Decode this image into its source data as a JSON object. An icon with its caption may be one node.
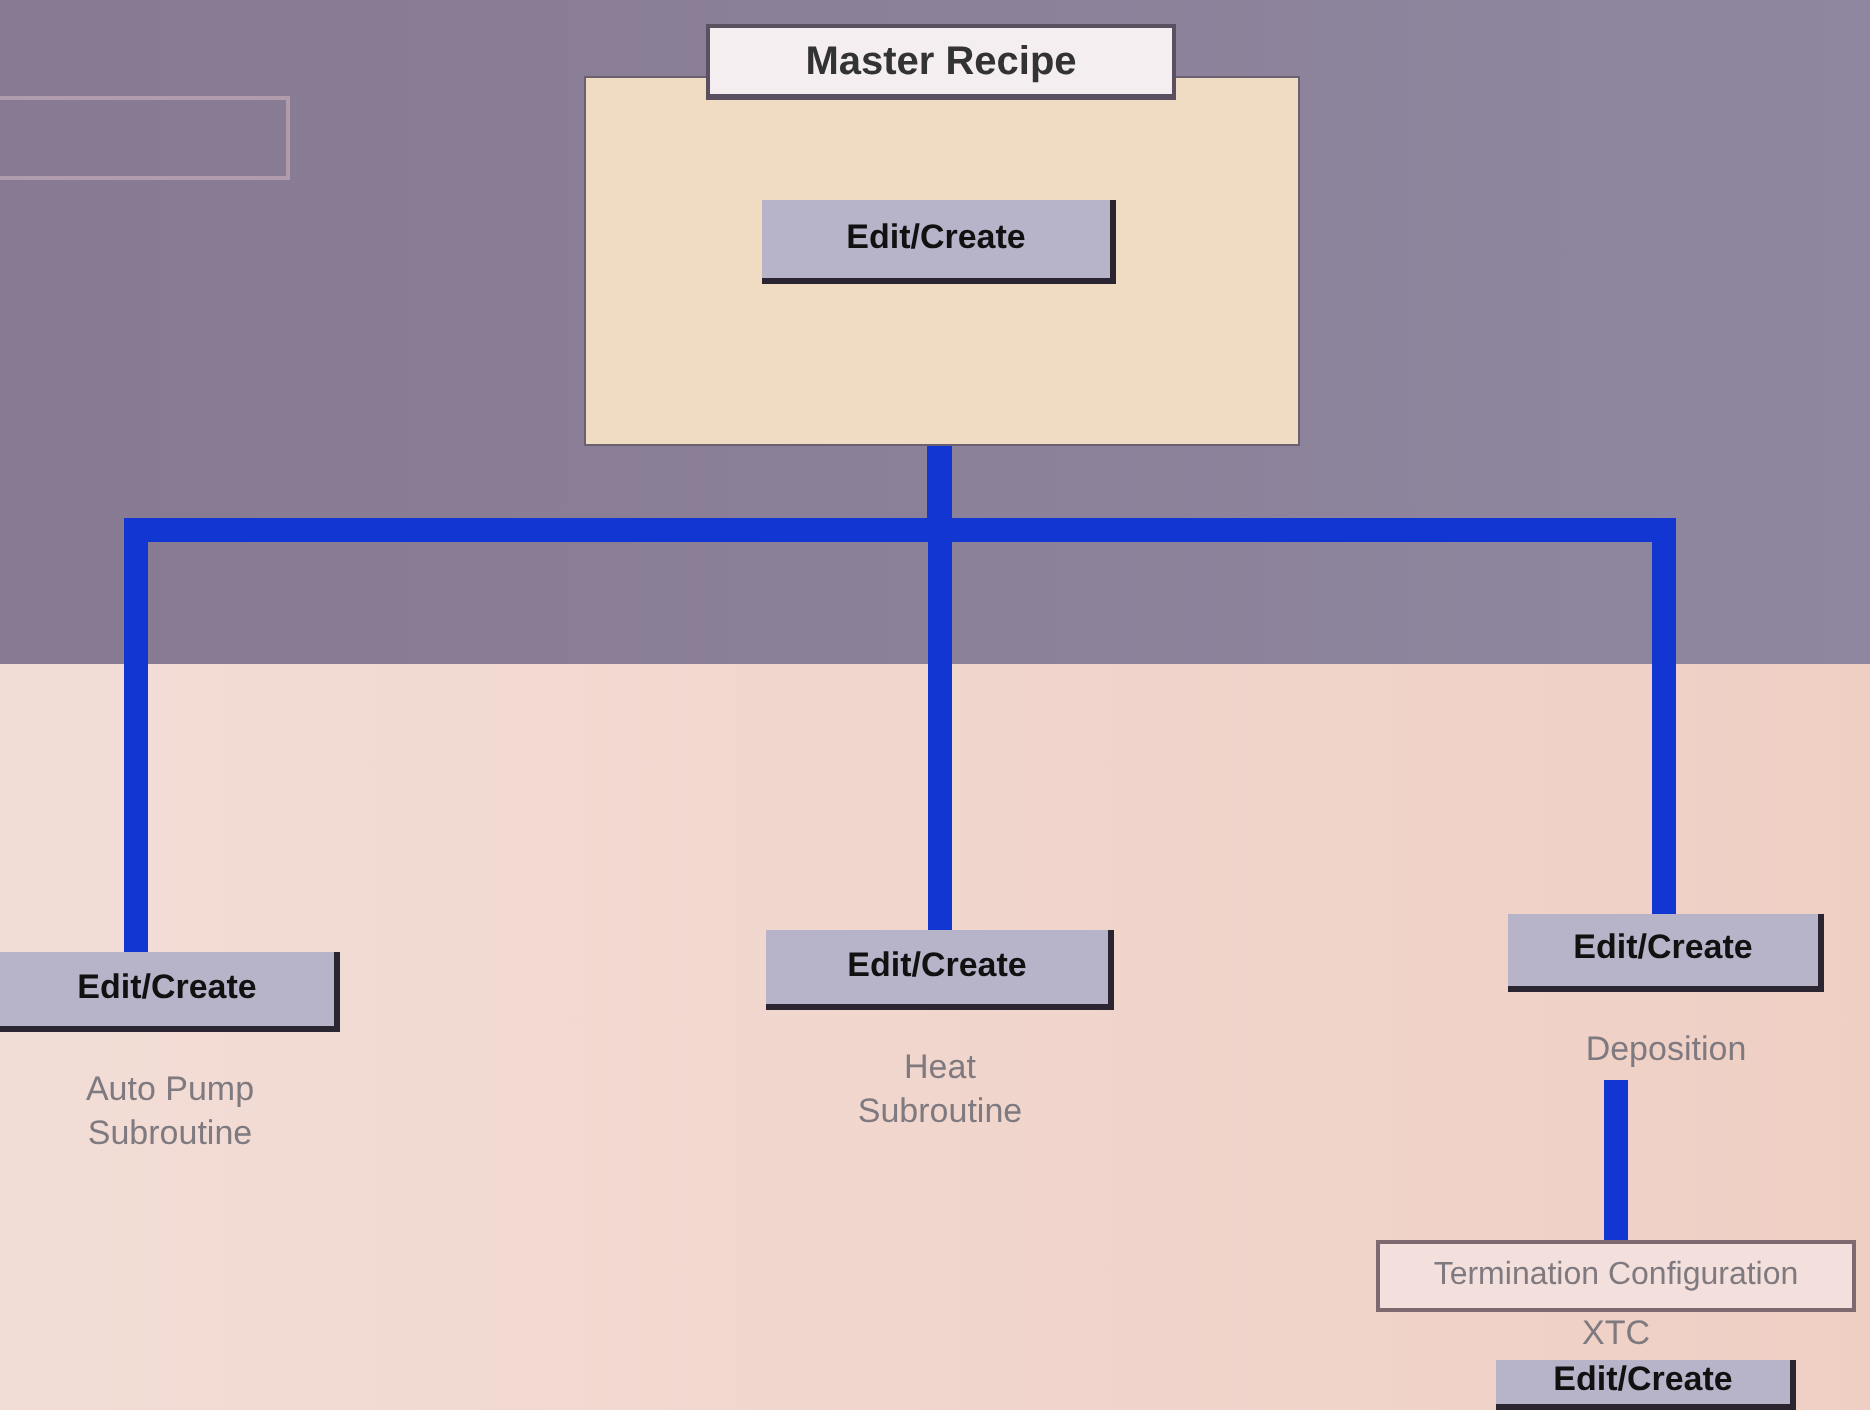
{
  "diagram": {
    "nodes": [
      {
        "text": [],
        "shape": "box"
      },
      {
        "text": [
          "Master Recipe"
        ]
      },
      {
        "text": [
          "Edit/Create"
        ],
        "in": 1
      },
      {
        "text": [
          "Edit/Create"
        ],
        "beside": [
          "Auto Pump Subroutine"
        ]
      },
      {
        "text": [
          "Edit/Create"
        ],
        "beside": [
          "Heat Subroutine"
        ]
      },
      {
        "text": [
          "Edit/Create"
        ],
        "beside": [
          "Deposition"
        ]
      },
      {
        "text": [
          "Termination Configuration"
        ],
        "beside": [
          "XTC"
        ]
      },
      {
        "text": [
          "Edit/Create"
        ]
      }
    ],
    "edges": [
      {
        "from": 2,
        "to": 3,
        "arrow": "none"
      },
      {
        "from": 2,
        "to": 4,
        "arrow": "none"
      },
      {
        "from": 2,
        "to": 5,
        "arrow": "none"
      },
      {
        "from": 5,
        "to": 6,
        "arrow": "none"
      }
    ]
  }
}
